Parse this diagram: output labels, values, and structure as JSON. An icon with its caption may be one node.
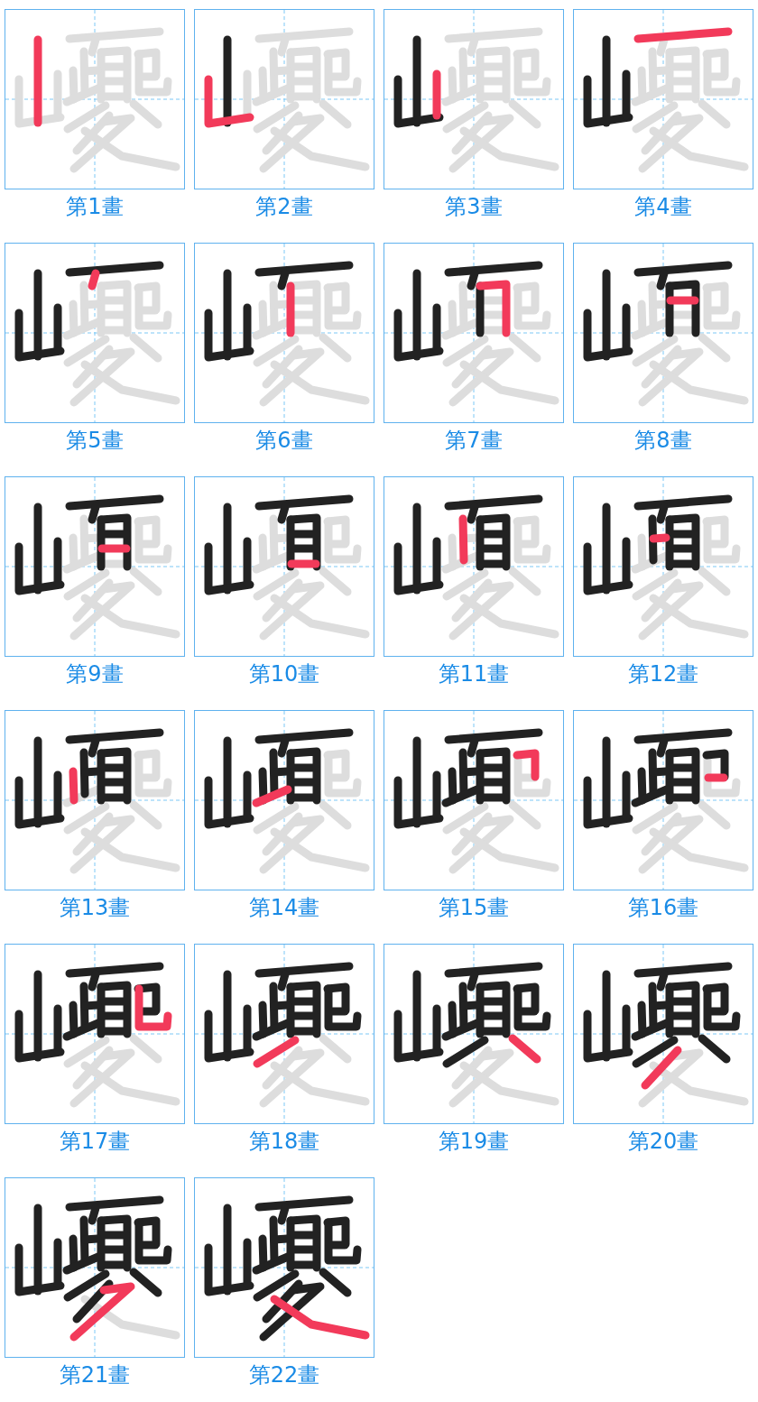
{
  "diagram": {
    "nodes": [
      {
        "text": [
          "第1畫"
        ]
      },
      {
        "text": [
          "第2畫"
        ]
      },
      {
        "text": [
          "第3畫"
        ]
      },
      {
        "text": [
          "第4畫"
        ]
      },
      {
        "text": [
          "第5畫"
        ]
      },
      {
        "text": [
          "第6畫"
        ]
      },
      {
        "text": [
          "第7畫"
        ]
      },
      {
        "text": [
          "第8畫"
        ]
      },
      {
        "text": [
          "第9畫"
        ]
      },
      {
        "text": [
          "第10畫"
        ]
      },
      {
        "text": [
          "第11畫"
        ]
      },
      {
        "text": [
          "第12畫"
        ]
      },
      {
        "text": [
          "第13畫"
        ]
      },
      {
        "text": [
          "第14畫"
        ]
      },
      {
        "text": [
          "第15畫"
        ]
      },
      {
        "text": [
          "第16畫"
        ]
      },
      {
        "text": [
          "第17畫"
        ]
      },
      {
        "text": [
          "第18畫"
        ]
      },
      {
        "text": [
          "第19畫"
        ]
      },
      {
        "text": [
          "第20畫"
        ]
      },
      {
        "text": [
          "第21畫"
        ]
      },
      {
        "text": [
          "第22畫"
        ]
      }
    ]
  }
}
